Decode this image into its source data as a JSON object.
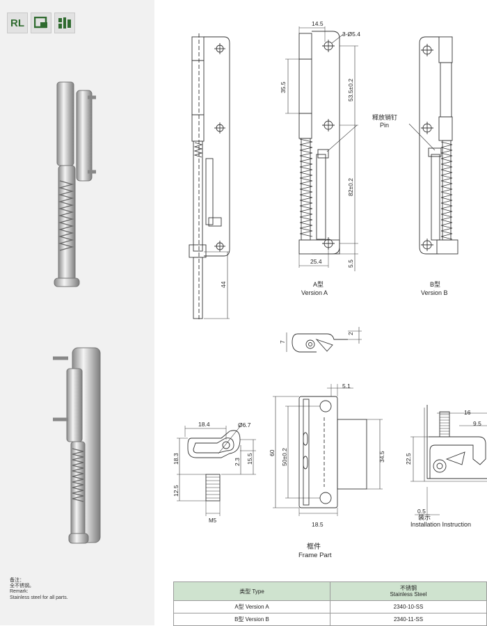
{
  "logos": [
    {
      "icon": "rl-logo",
      "text": "RL"
    },
    {
      "icon": "component-logo",
      "text": ""
    },
    {
      "icon": "certification-logo",
      "text": ""
    }
  ],
  "colors": {
    "left_panel_bg": "#f1f1f1",
    "table_header_bg": "#cfe3cf",
    "line": "#333333"
  },
  "remark": {
    "line1": "备注：",
    "line2": "全不锈钢。",
    "line3": "Remark:",
    "line4": "Stainless steel for all parts."
  },
  "drawing": {
    "dims": {
      "d14_5": "14.5",
      "d3_phi5_4": "3-Ø5.4",
      "d35_5": "35.5",
      "d53_5": "53.5±0.2",
      "d82": "82±0.2",
      "d5_5": "5.5",
      "d25_4": "25.4",
      "d44": "44",
      "d2": "2",
      "d7": "7",
      "d5_1": "5.1",
      "d18_4": "18.4",
      "d6_7": "Ø6.7",
      "d18_3": "18.3",
      "d2_3": "2.3",
      "d15_5": "15.5",
      "d12_5": "12.5",
      "m5": "M5",
      "d60": "60",
      "d50": "50±0.2",
      "d34_5": "34.5",
      "d18_5": "18.5",
      "d16": "16",
      "d9_5": "9.5",
      "d22_5": "22.5",
      "d0_5": "0.5"
    },
    "pin_cn": "释放销钉",
    "pin_en": "Pin",
    "version_a_cn": "A型",
    "version_a_en": "Version A",
    "version_b_cn": "B型",
    "version_b_en": "Version B",
    "frame_cn": "框件",
    "frame_en": "Frame Part",
    "install_cn": "装示",
    "install_en": "Installation Instruction"
  },
  "table": {
    "header": {
      "type_label": "类型 Type",
      "material_cn": "不锈钢",
      "material_en": "Stainless Steel"
    },
    "rows": [
      {
        "type": "A型 Version A",
        "code": "2340-10-SS"
      },
      {
        "type": "B型 Version B",
        "code": "2340-11-SS"
      }
    ]
  }
}
